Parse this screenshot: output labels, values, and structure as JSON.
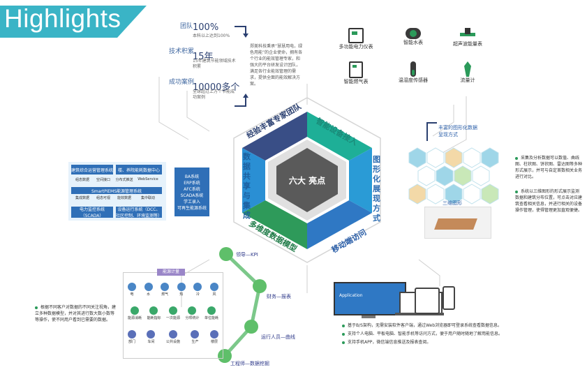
{
  "banner": {
    "title": "Highlights"
  },
  "center": {
    "label": "六大 亮点"
  },
  "sections": {
    "expert": "经验丰富专家团队",
    "device": "智能设备接入",
    "graphic": "图形化展现方式",
    "mobile": "移动端访问",
    "model": "多维度数据模型",
    "share": "数据共享与集成"
  },
  "expert_block": {
    "team_label": "团队",
    "team_value": "100%",
    "team_desc": "本科以上达到100%",
    "tech_label": "技术积累",
    "tech_value": "15年",
    "tech_desc": "15年建筑节能领域技术积累",
    "case_label": "成功案例",
    "case_value": "10000多个",
    "case_desc": "全球超过上万个节能成功案例",
    "intro": "郑美科技秉承“慧慧用电，绿色用能”的企业使命，拥有各个行业的能效管理专家，和强大的平台研发设计团队，满足各行业能效管理的需求，提供全面的能效解决方案。"
  },
  "devices": [
    {
      "label": "多功能电力仪表",
      "icon": "power-meter-icon"
    },
    {
      "label": "智能水表",
      "icon": "water-meter-icon"
    },
    {
      "label": "超声波能量表",
      "icon": "ultrasonic-meter-icon"
    },
    {
      "label": "智能燃气表",
      "icon": "gas-meter-icon"
    },
    {
      "label": "温湿度传感器",
      "icon": "thermo-sensor-icon"
    },
    {
      "label": "流量计",
      "icon": "flowmeter-icon"
    }
  ],
  "graphic_block": {
    "title": "丰富的图形化数据呈现方式",
    "sub": "三维图形",
    "note1": "采集及分析数据可以数值、曲线图、柱状图、饼状图、雷达图等多种形式展示，并可与自定首数相关业务进行对比。",
    "note2": "系统以三维图形的形式展示监测数据和建筑分布位置，可点击对应建筑查看相关信息，并进行相关的设备操作管理，使得管理更加直观便捷。"
  },
  "integration": {
    "left_boxes": [
      "建筑综合运营管理系统",
      "楼、养院能耗数据中心",
      "SmartPiEMS能源管理系统",
      "电力监控系统（SCADA）",
      "设备运行系统（DCC、社区控制、环境监测等）"
    ],
    "left_small": [
      "组态数据",
      "空间接口",
      "分布式推送",
      "WebService",
      "集成数据",
      "组态可视",
      "能效数据",
      "集中联动"
    ],
    "right_items": [
      "BA系统",
      "ERP系统",
      "AFC系统",
      "SCADA系统",
      "学工录入",
      "可再生能源系统"
    ]
  },
  "model_block": {
    "levels": [
      "领导—KPI",
      "财务—报表",
      "运行人员—曲线",
      "工程师—数据挖掘"
    ],
    "header": "能源计量",
    "row1": [
      "电",
      "水",
      "燃气",
      "热",
      "冷",
      "风"
    ],
    "row2": [
      "能源消耗",
      "能耗指标",
      "一次能源",
      "分项统计",
      "单位能耗"
    ],
    "row3": [
      "部门",
      "车间",
      "公共设施",
      "生产",
      "楼层"
    ],
    "note": "根据不同客户对数据的不同关注视角，建立多种数据模型，并对其进行数大数小数等等操作，使不同用户看到已需要的数据。"
  },
  "mobile_block": {
    "screen_text": "Application",
    "notes": [
      "基于B/S架构，无需安装软件客户端，通过Web浏览器即可登录系统查看数据信息。",
      "支持个人电脑、平板电脑、智能手机等访问方式，便于用户随时随地了解用能信息。",
      "支持手机APP，微信端信息推送及报表查阅。"
    ]
  },
  "colors": {
    "accent": "#3ab4c6",
    "navy": "#2a3f70",
    "green": "#2b9a5a",
    "teal": "#20b3a0",
    "blue": "#2f78c4"
  }
}
